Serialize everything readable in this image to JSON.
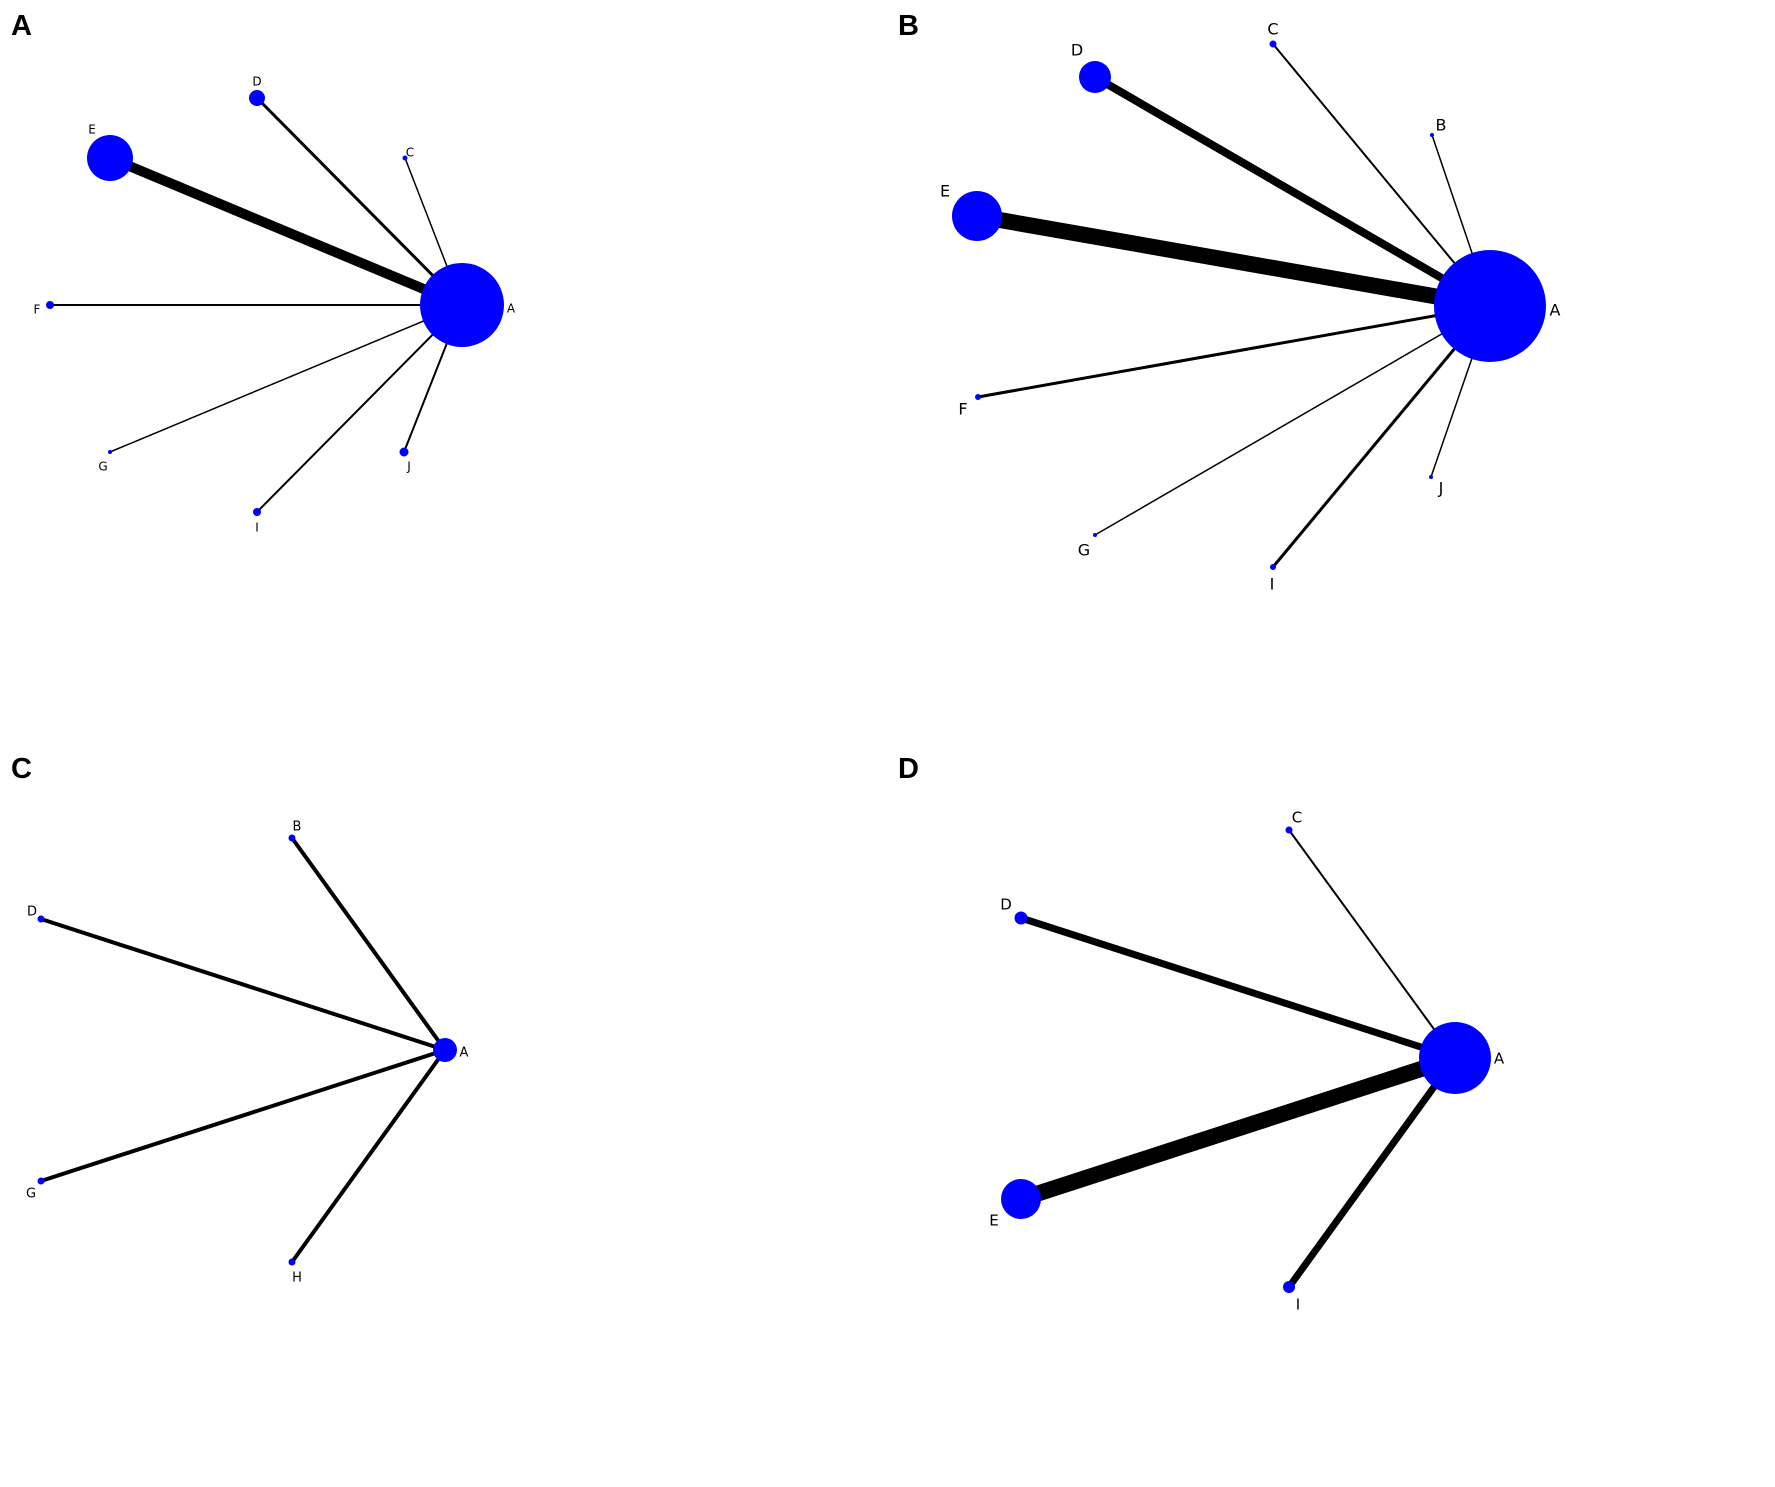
{
  "node_color": "#0000ff",
  "edge_color": "#000000",
  "panels": [
    {
      "id": "a",
      "letter": "A",
      "nodes": [
        {
          "id": "A",
          "label": "A",
          "size": 5
        },
        {
          "id": "C",
          "label": "C",
          "size": 0.3
        },
        {
          "id": "D",
          "label": "D",
          "size": 1
        },
        {
          "id": "E",
          "label": "E",
          "size": 3
        },
        {
          "id": "F",
          "label": "F",
          "size": 0.5
        },
        {
          "id": "G",
          "label": "G",
          "size": 0.2
        },
        {
          "id": "I",
          "label": "I",
          "size": 0.5
        },
        {
          "id": "J",
          "label": "J",
          "size": 0.6
        }
      ],
      "edges": [
        {
          "source": "A",
          "target": "E",
          "weight": 10
        },
        {
          "source": "A",
          "target": "D",
          "weight": 3
        },
        {
          "source": "A",
          "target": "C",
          "weight": 1.5
        },
        {
          "source": "A",
          "target": "F",
          "weight": 2
        },
        {
          "source": "A",
          "target": "G",
          "weight": 1.5
        },
        {
          "source": "A",
          "target": "I",
          "weight": 2
        },
        {
          "source": "A",
          "target": "J",
          "weight": 2
        }
      ]
    },
    {
      "id": "b",
      "letter": "B",
      "nodes": [
        {
          "id": "A",
          "label": "A",
          "size": 6
        },
        {
          "id": "B",
          "label": "B",
          "size": 0.2
        },
        {
          "id": "C",
          "label": "C",
          "size": 0.4
        },
        {
          "id": "D",
          "label": "D",
          "size": 2
        },
        {
          "id": "E",
          "label": "E",
          "size": 3
        },
        {
          "id": "F",
          "label": "F",
          "size": 0.4
        },
        {
          "id": "G",
          "label": "G",
          "size": 0.2
        },
        {
          "id": "I",
          "label": "I",
          "size": 0.4
        },
        {
          "id": "J",
          "label": "J",
          "size": 0.2
        }
      ],
      "edges": [
        {
          "source": "A",
          "target": "E",
          "weight": 16
        },
        {
          "source": "A",
          "target": "D",
          "weight": 8
        },
        {
          "source": "A",
          "target": "C",
          "weight": 2
        },
        {
          "source": "A",
          "target": "B",
          "weight": 1.5
        },
        {
          "source": "A",
          "target": "F",
          "weight": 3
        },
        {
          "source": "A",
          "target": "G",
          "weight": 1.5
        },
        {
          "source": "A",
          "target": "I",
          "weight": 3
        },
        {
          "source": "A",
          "target": "J",
          "weight": 1.5
        }
      ]
    },
    {
      "id": "c",
      "letter": "C",
      "nodes": [
        {
          "id": "A",
          "label": "A",
          "size": 1.5
        },
        {
          "id": "B",
          "label": "B",
          "size": 0.5
        },
        {
          "id": "D",
          "label": "D",
          "size": 0.5
        },
        {
          "id": "G",
          "label": "G",
          "size": 0.5
        },
        {
          "id": "H",
          "label": "H",
          "size": 0.5
        }
      ],
      "edges": [
        {
          "source": "A",
          "target": "B",
          "weight": 4
        },
        {
          "source": "A",
          "target": "D",
          "weight": 4
        },
        {
          "source": "A",
          "target": "G",
          "weight": 4
        },
        {
          "source": "A",
          "target": "H",
          "weight": 4
        }
      ]
    },
    {
      "id": "d",
      "letter": "D",
      "nodes": [
        {
          "id": "A",
          "label": "A",
          "size": 4
        },
        {
          "id": "C",
          "label": "C",
          "size": 0.5
        },
        {
          "id": "D",
          "label": "D",
          "size": 1
        },
        {
          "id": "E",
          "label": "E",
          "size": 2
        },
        {
          "id": "I",
          "label": "I",
          "size": 0.8
        }
      ],
      "edges": [
        {
          "source": "A",
          "target": "E",
          "weight": 16
        },
        {
          "source": "A",
          "target": "D",
          "weight": 7
        },
        {
          "source": "A",
          "target": "C",
          "weight": 2
        },
        {
          "source": "A",
          "target": "I",
          "weight": 7
        }
      ]
    }
  ]
}
